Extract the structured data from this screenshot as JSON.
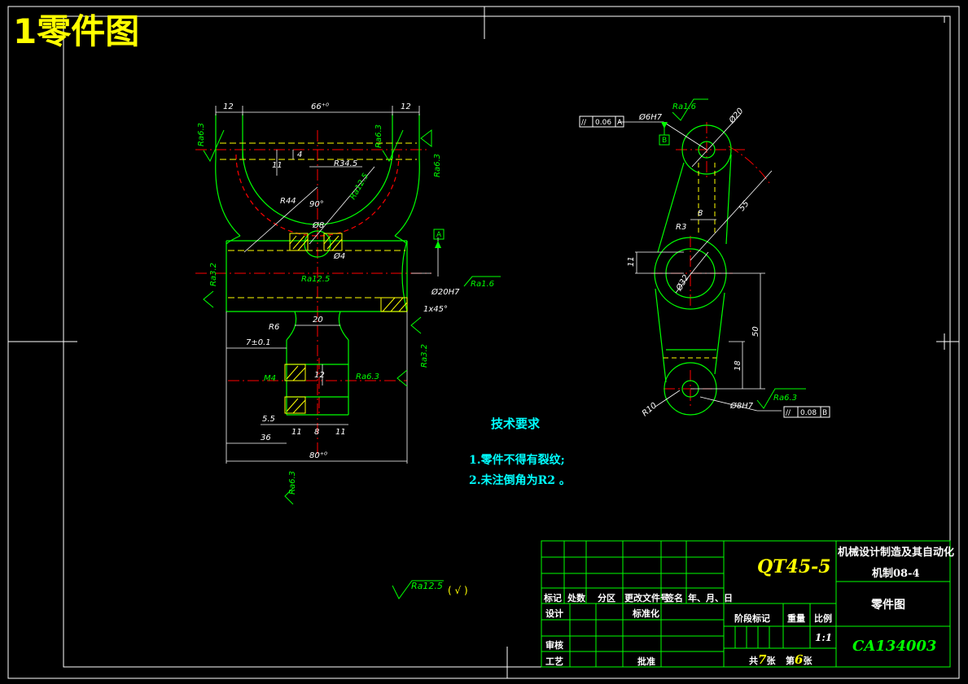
{
  "title": "1零件图",
  "drawing": {
    "front_view_dims": [
      "12",
      "66⁺⁰",
      "12",
      "11",
      "4",
      "R34.5",
      "R44",
      "90°",
      "Ø8",
      "Ø4",
      "Ø20H7",
      "1x45°",
      "R6",
      "20",
      "7±0.1",
      "M4",
      "12",
      "5.5",
      "11",
      "8",
      "11",
      "36",
      "80⁺⁰"
    ],
    "front_view_roughness": [
      "Ra6.3",
      "Ra6.3",
      "Ra6.3",
      "Ra12.5",
      "Ra3.2",
      "Ra12.5",
      "Ra1.6",
      "Ra3.2",
      "Ra6.3",
      "Ra6.3"
    ],
    "datum_a": "A",
    "side_view_dims": [
      "Ø6H7",
      "Ra1.6",
      "Ø20",
      "8",
      "55",
      "R3",
      "11",
      "Ø32",
      "50",
      "18",
      "R10",
      "Ø8H7",
      "Ra6.3"
    ],
    "tol_frame_top": {
      "sym": "//",
      "value": "0.06",
      "datum": "A"
    },
    "tol_frame_bottom": {
      "sym": "//",
      "value": "0.08",
      "datum": "B"
    },
    "datum_b": "B",
    "general_roughness": "Ra12.5",
    "general_roughness_suffix": "( √ )"
  },
  "tech_requirements": {
    "title": "技术要求",
    "items": [
      "1.零件不得有裂纹;",
      "2.未注倒角为R2 。"
    ]
  },
  "title_block": {
    "material": "QT45-5",
    "school": "机械设计制造及其自动化",
    "class": "机制08-4",
    "drawing_name": "零件图",
    "drawing_no": "CA134003",
    "scale": "1:1",
    "headers": [
      "标记",
      "处数",
      "分区",
      "更改文件号",
      "签名",
      "年、月、日"
    ],
    "roles": {
      "design": "设计",
      "standard": "标准化",
      "review": "审核",
      "process": "工艺",
      "approve": "批准"
    },
    "stage_label": "阶段标记",
    "weight_label": "重量",
    "scale_label": "比例",
    "sheets_total_prefix": "共",
    "sheets_total": "7",
    "sheets_unit": "张",
    "sheet_no_prefix": "第",
    "sheet_no": "6",
    "sheet_no_unit": "张"
  }
}
